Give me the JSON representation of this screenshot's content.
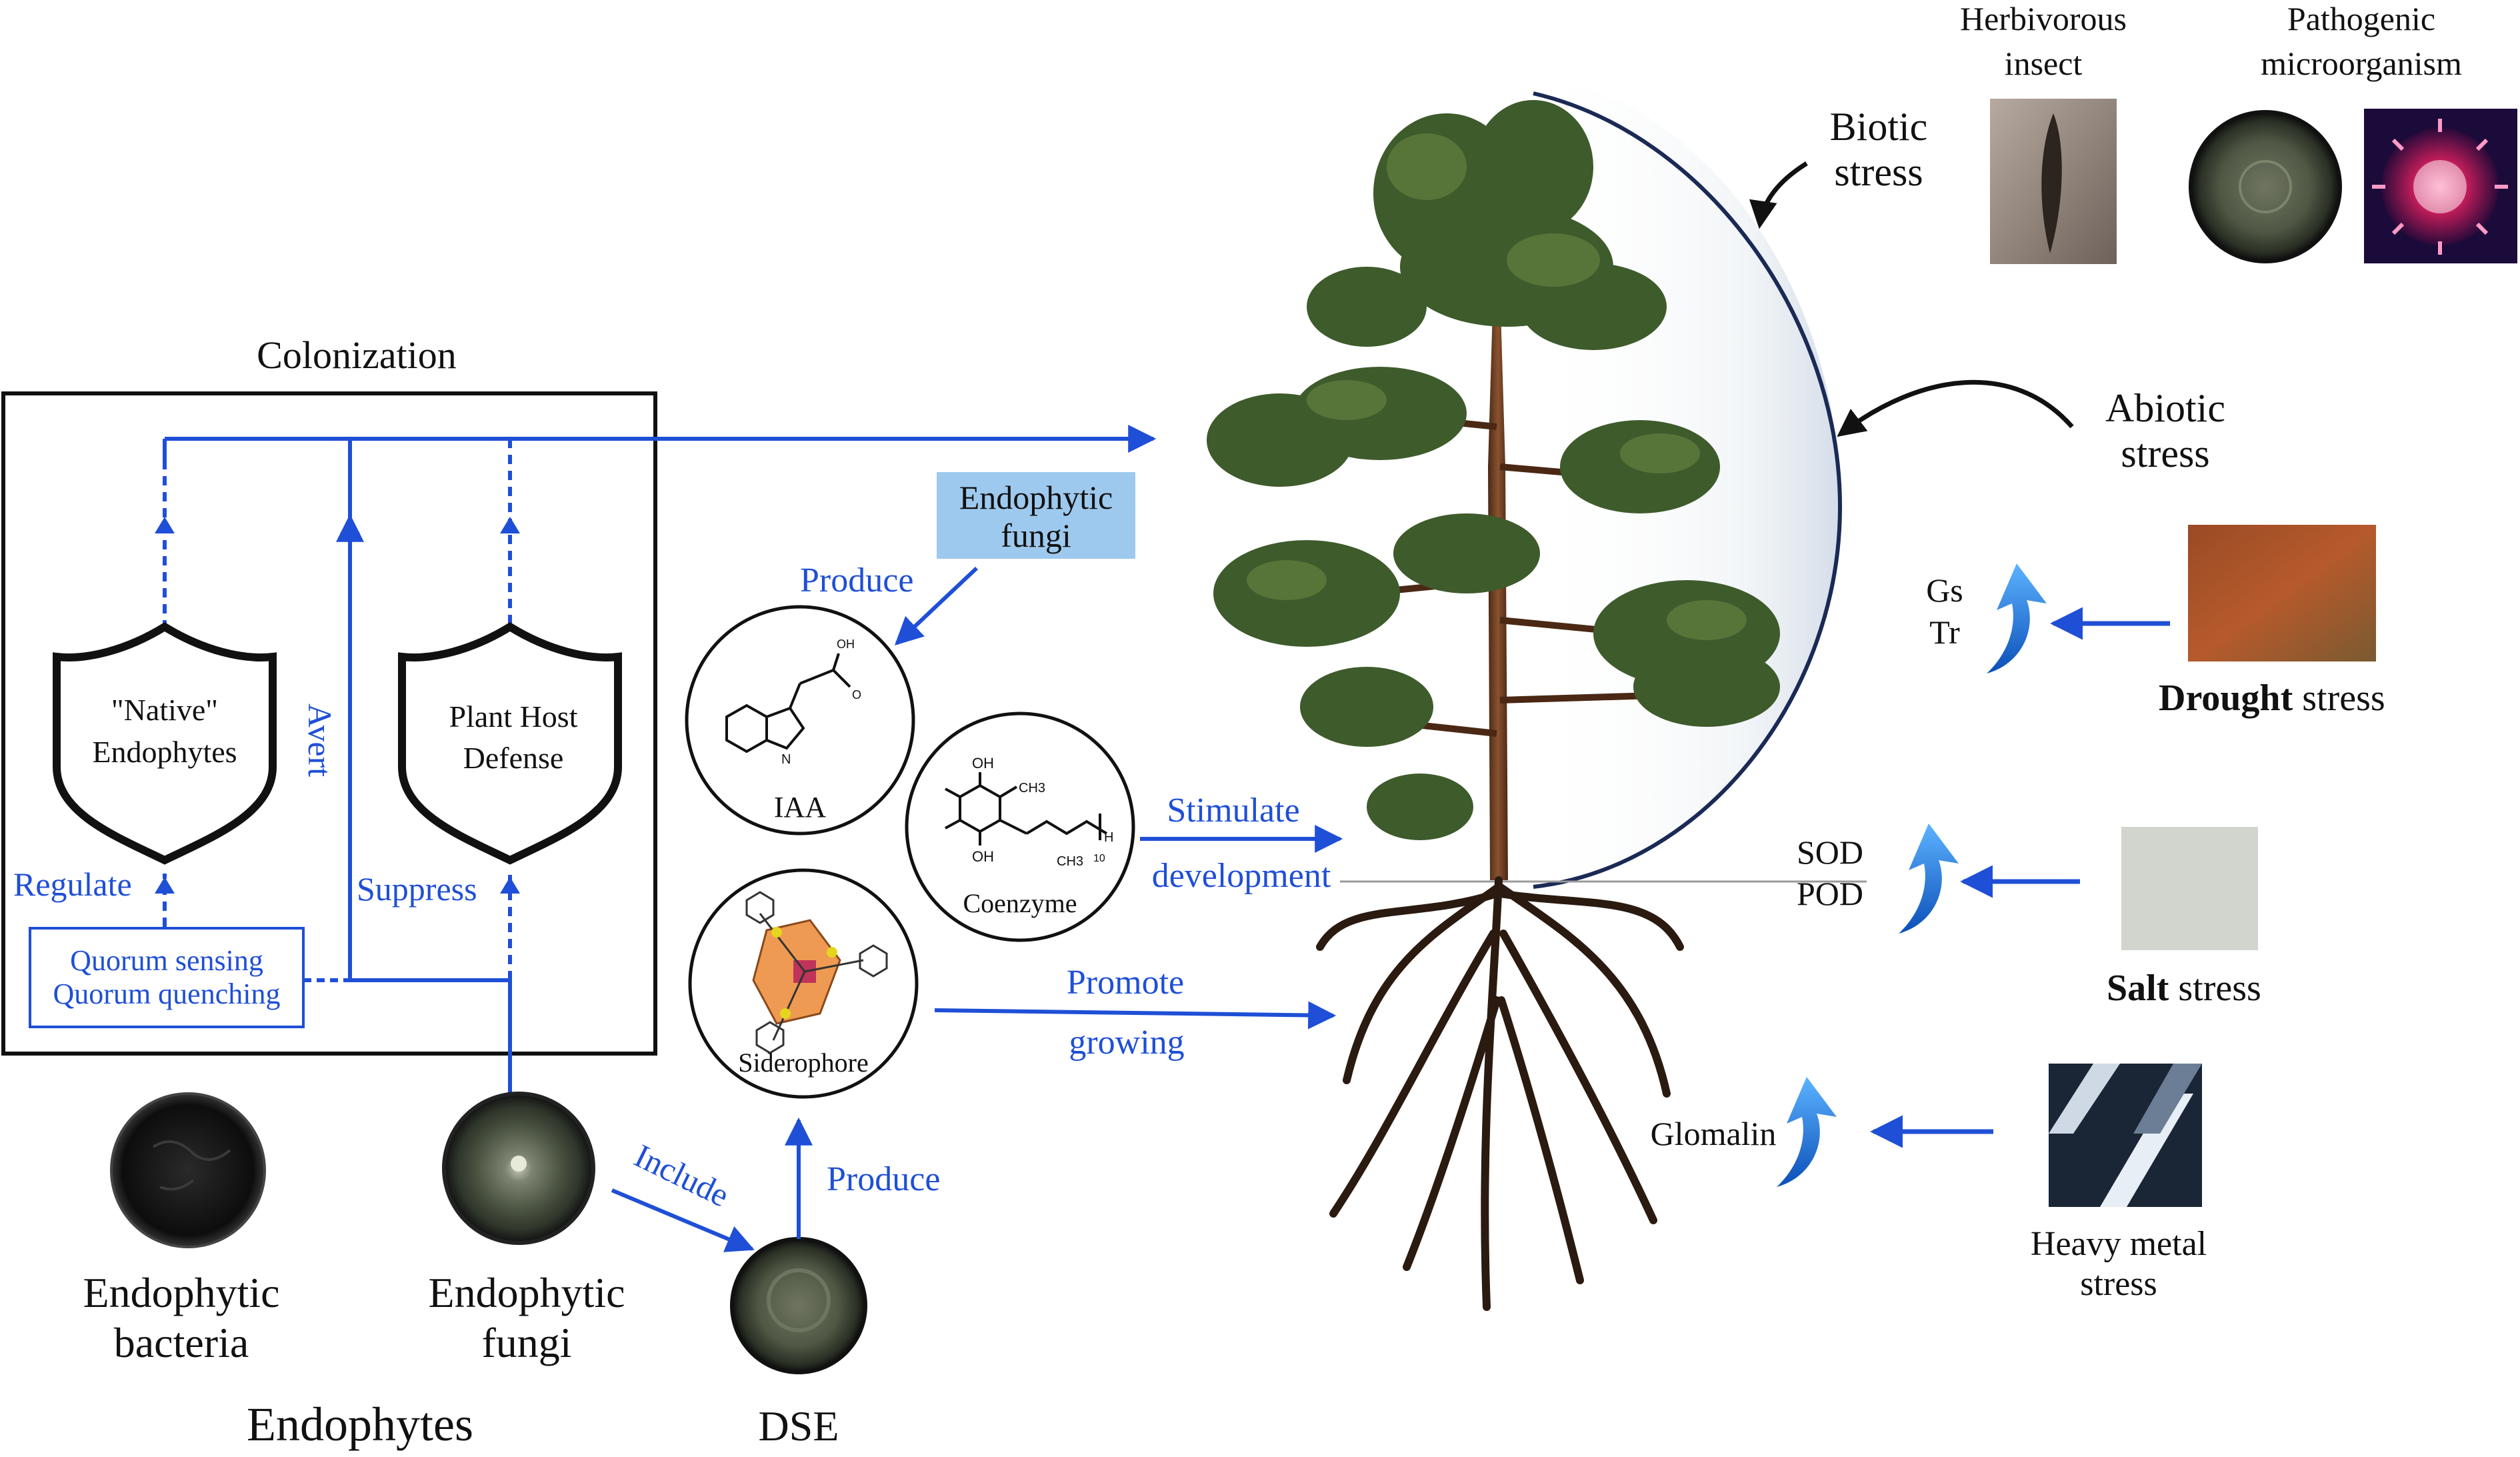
{
  "colors": {
    "blue": "#1f4fd6",
    "black": "#111111",
    "label_bg": "#9ec9ee",
    "up_arrow": "#2f86e8",
    "trunk": "#6b3d22",
    "needles": "#3e5b2c"
  },
  "colonization": {
    "title": "Colonization",
    "native_line1": "\"Native\"",
    "native_line2": "Endophytes",
    "host_line1": "Plant Host",
    "host_line2": "Defense",
    "avert": "Avert",
    "regulate": "Regulate",
    "suppress": "Suppress",
    "quorum_line1": "Quorum sensing",
    "quorum_line2": "Quorum quenching"
  },
  "endophytes": {
    "bacteria_line1": "Endophytic",
    "bacteria_line2": "bacteria",
    "fungi_line1": "Endophytic",
    "fungi_line2": "fungi",
    "group_title": "Endophytes",
    "include": "Include",
    "dse": "DSE"
  },
  "products": {
    "fungi_label_line1": "Endophytic",
    "fungi_label_line2": "fungi",
    "produce_top": "Produce",
    "produce_bottom": "Produce",
    "iaa": "IAA",
    "coenzyme": "Coenzyme",
    "siderophore": "Siderophore",
    "stimulate_line1": "Stimulate",
    "stimulate_line2": "development",
    "promote_line1": "Promote",
    "promote_line2": "growing",
    "chem_oh": "OH",
    "chem_ch3": "CH3",
    "chem_h": "H",
    "chem_10": "10",
    "chem_n": "N",
    "chem_oh_small": "OH",
    "chem_o": "O"
  },
  "stress": {
    "biotic_line1": "Biotic",
    "biotic_line2": "stress",
    "abiotic_line1": "Abiotic",
    "abiotic_line2": "stress",
    "herbivorous_line1": "Herbivorous",
    "herbivorous_line2": "insect",
    "pathogenic_line1": "Pathogenic",
    "pathogenic_line2": "microorganism",
    "gs": "Gs",
    "tr": "Tr",
    "drought_bold": "Drought",
    "drought_rest": " stress",
    "sod": "SOD",
    "pod": "POD",
    "salt_bold": "Salt",
    "salt_rest": " stress",
    "glomalin": "Glomalin",
    "heavy_line1": "Heavy metal",
    "heavy_line2": "stress"
  }
}
